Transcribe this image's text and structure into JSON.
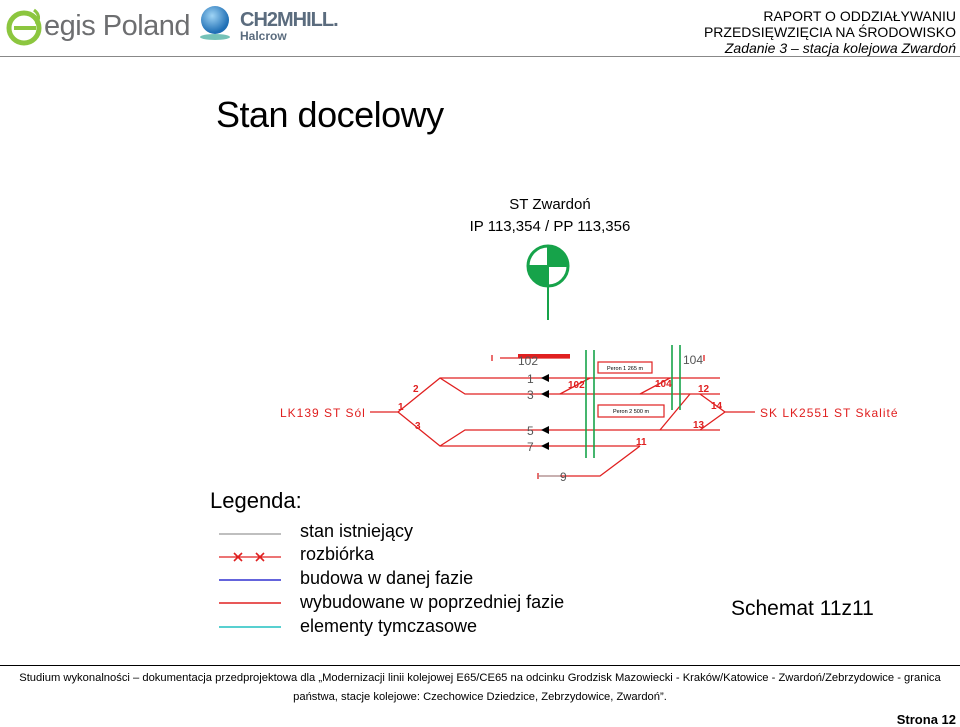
{
  "header": {
    "logo_egis": "egis Poland",
    "logo_ch2m": "CH2MHILL.",
    "logo_halcrow": "Halcrow",
    "report_line1": "RAPORT O ODDZIAŁYWANIU",
    "report_line2": "PRZEDSIĘWZIĘCIA NA ŚRODOWISKO",
    "report_line3": "Zadanie 3 – stacja kolejowa Zwardoń"
  },
  "title": "Stan docelowy",
  "station": {
    "name": "ST Zwardoń",
    "km": "IP 113,354 / PP 113,356"
  },
  "diagram": {
    "left_line": "LK139  ST  Sól",
    "right_line": "SK  LK2551  ST  Skalité",
    "platform1": "Peron 1 265 m",
    "platform2": "Peron 2 500 m",
    "labels": {
      "t102a": "102",
      "t102b": "102",
      "t104a": "104",
      "t104b": "104",
      "t1": "1",
      "t3": "3",
      "t5": "5",
      "t7": "7",
      "t9": "9",
      "s1": "1",
      "s2": "2",
      "s3": "3",
      "s11": "11",
      "s12": "12",
      "s13": "13",
      "s14": "14"
    },
    "colors": {
      "existing": "#999999",
      "demolition": "#e02020",
      "new": "#3030d0",
      "previous": "#e02020",
      "temporary": "#20c0c0",
      "accent_green": "#16a34a"
    }
  },
  "legend": {
    "title": "Legenda:",
    "items": [
      {
        "label": "stan istniejący"
      },
      {
        "label": "rozbiórka"
      },
      {
        "label": "budowa w danej fazie"
      },
      {
        "label": "wybudowane w poprzedniej fazie"
      },
      {
        "label": "elementy tymczasowe"
      }
    ]
  },
  "schema_label": "Schemat 11z11",
  "footer": {
    "line1": "Studium wykonalności – dokumentacja przedprojektowa dla „Modernizacji linii kolejowej E65/CE65 na odcinku Grodzisk Mazowiecki - Kraków/Katowice - Zwardoń/Zebrzydowice - granica",
    "line2": "państwa, stacje kolejowe: Czechowice Dziedzice, Zebrzydowice, Zwardoń”.",
    "page": "Strona 12"
  }
}
